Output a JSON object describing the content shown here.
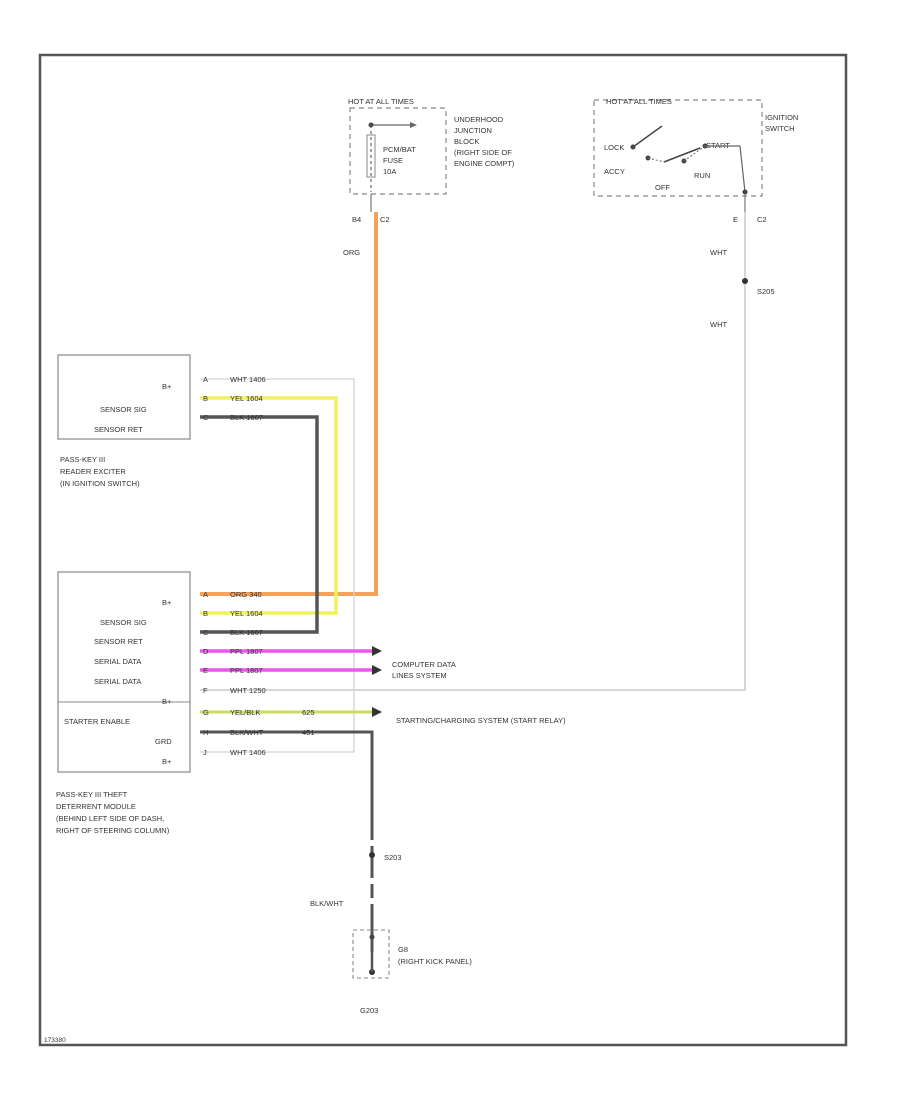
{
  "fuse_block": {
    "hot_label": "HOT AT ALL TIMES",
    "name_lines": [
      "UNDERHOOD",
      "JUNCTION",
      "BLOCK",
      "(RIGHT SIDE OF",
      "ENGINE COMPT)"
    ],
    "fuse_lines": [
      "PCM/BAT",
      "FUSE",
      "10A"
    ],
    "pin": "B4",
    "conn": "C2"
  },
  "ignition_switch": {
    "hot_label": "HOT AT ALL TIMES",
    "name_lines": [
      "IGNITION",
      "SWITCH"
    ],
    "positions": {
      "lock": "LOCK",
      "accy": "ACCY",
      "start": "START",
      "run": "RUN",
      "off": "OFF"
    },
    "pin": "E",
    "conn": "C2"
  },
  "wires": {
    "org_top": "ORG",
    "wht_top": "WHT",
    "wht_mid": "WHT",
    "blk_wht": "BLK/WHT"
  },
  "splices": {
    "s205": "S205",
    "s203": "S203"
  },
  "reader": {
    "rows": [
      "B+",
      "SENSOR SIG",
      "SENSOR RET"
    ],
    "pins": [
      "A",
      "B",
      "C"
    ],
    "wires": [
      "WHT 1406",
      "YEL 1604",
      "BLK 1607"
    ],
    "name_lines": [
      "PASS-KEY III",
      "READER EXCITER",
      "(IN IGNITION SWITCH)"
    ]
  },
  "module": {
    "rows": [
      "B+",
      "SENSOR SIG",
      "SENSOR RET",
      "SERIAL DATA",
      "SERIAL DATA",
      "B+",
      "STARTER ENABLE",
      "GRD",
      "B+"
    ],
    "pins": [
      "A",
      "B",
      "C",
      "D",
      "E",
      "F",
      "G",
      "H",
      "J"
    ],
    "wires": [
      "ORG 340",
      "YEL 1604",
      "BLK 1607",
      "PPL 1807",
      "PPL 1807",
      "WHT 1250",
      "YEL/BLK",
      "BLK/WHT",
      "WHT 1406"
    ],
    "wire_extra_g": "625",
    "wire_extra_h": "451",
    "name_lines": [
      "PASS-KEY III THEFT",
      "DETERRENT MODULE",
      "(BEHIND LEFT SIDE OF DASH,",
      "RIGHT OF STEERING COLUMN)"
    ]
  },
  "destinations": {
    "computer_data_line1": "COMPUTER DATA",
    "computer_data_line2": "LINES SYSTEM",
    "starting": "STARTING/CHARGING SYSTEM (START RELAY)"
  },
  "ground": {
    "label": "G8",
    "location": "(RIGHT KICK PANEL)",
    "name": "G203"
  },
  "diagram_code": "173380",
  "colors": {
    "org": "#f5a25a",
    "yel": "#f0f060",
    "blk": "#555555",
    "ppl": "#ee55ee",
    "wht": "#c8c8c8",
    "yelblk": "#cfdb60"
  }
}
